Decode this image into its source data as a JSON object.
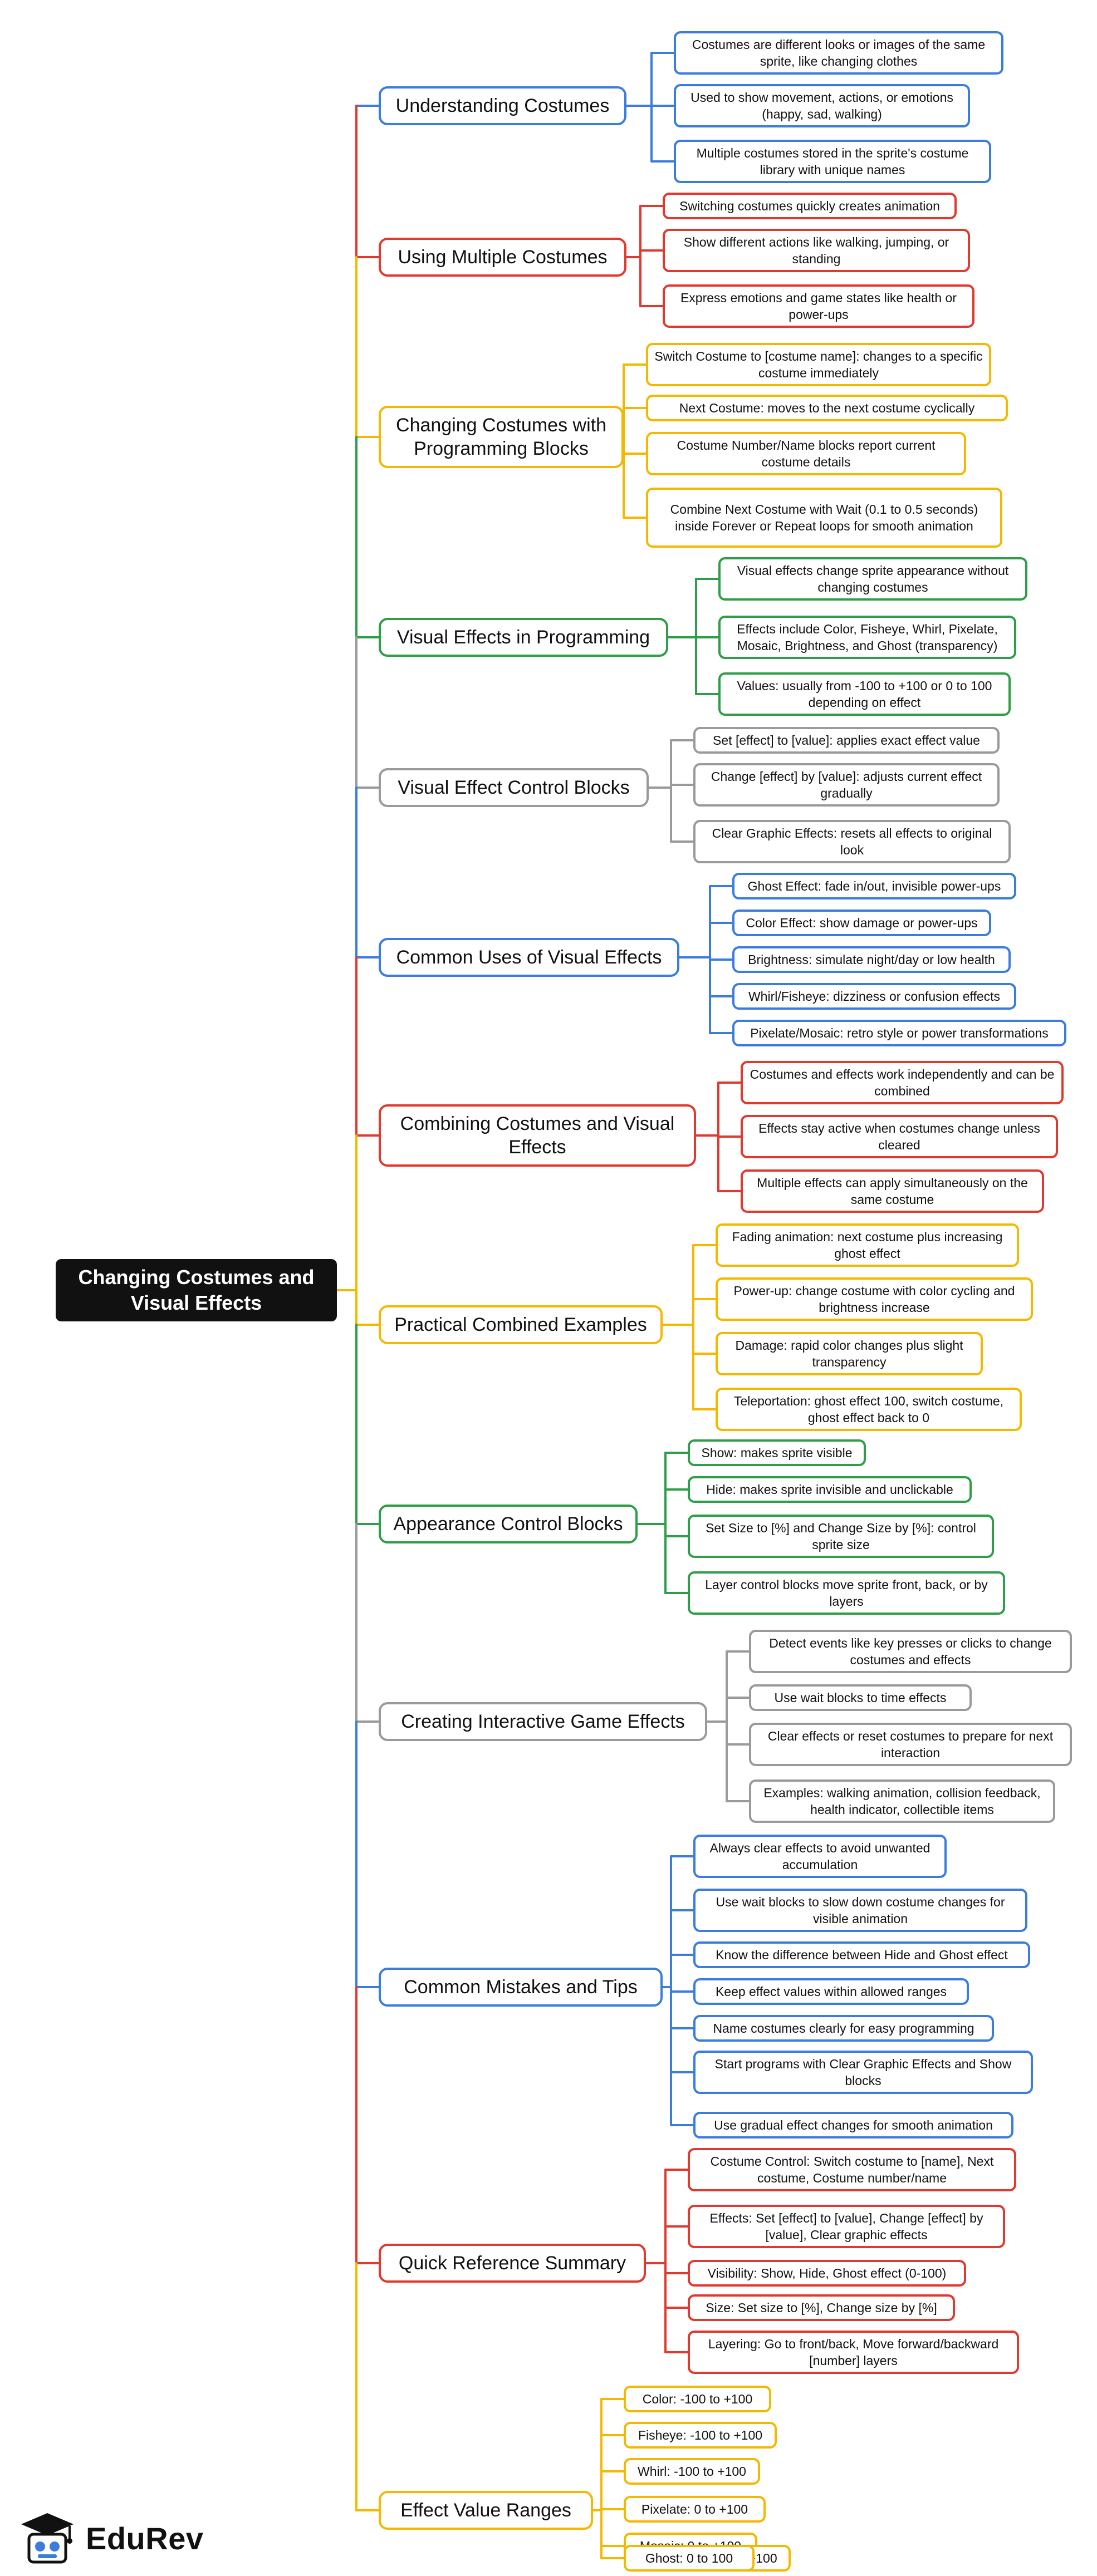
{
  "root": "Changing Costumes and Visual Effects",
  "colors": {
    "blue": "#3b7ddd",
    "red": "#e03a30",
    "yellow": "#f5b800",
    "green": "#2e9e48",
    "gray": "#9a9a9a"
  },
  "branches": [
    {
      "label": "Understanding Costumes",
      "color": "blue",
      "leaves": [
        "Costumes are different looks or images of the same sprite, like changing clothes",
        "Used to show movement, actions, or emotions (happy, sad, walking)",
        "Multiple costumes stored in the sprite's costume library with unique names"
      ]
    },
    {
      "label": "Using Multiple Costumes",
      "color": "red",
      "leaves": [
        "Switching costumes quickly creates animation",
        "Show different actions like walking, jumping, or standing",
        "Express emotions and game states like health or power-ups"
      ]
    },
    {
      "label": "Changing Costumes with Programming Blocks",
      "color": "yellow",
      "leaves": [
        "Switch Costume to [costume name]: changes to a specific costume immediately",
        "Next Costume: moves to the next costume cyclically",
        "Costume Number/Name blocks report current costume details",
        "Combine Next Costume with Wait (0.1 to 0.5 seconds) inside Forever or Repeat loops for smooth animation"
      ]
    },
    {
      "label": "Visual Effects in Programming",
      "color": "green",
      "leaves": [
        "Visual effects change sprite appearance without changing costumes",
        "Effects include Color, Fisheye, Whirl, Pixelate, Mosaic, Brightness, and Ghost (transparency)",
        "Values: usually from -100 to +100 or 0 to 100 depending on effect"
      ]
    },
    {
      "label": "Visual Effect Control Blocks",
      "color": "gray",
      "leaves": [
        "Set [effect] to [value]: applies exact effect value",
        "Change [effect] by [value]: adjusts current effect gradually",
        "Clear Graphic Effects: resets all effects to original look"
      ]
    },
    {
      "label": "Common Uses of Visual Effects",
      "color": "blue",
      "leaves": [
        "Ghost Effect: fade in/out, invisible power-ups",
        "Color Effect: show damage or power-ups",
        "Brightness: simulate night/day or low health",
        "Whirl/Fisheye: dizziness or confusion effects",
        "Pixelate/Mosaic: retro style or power transformations"
      ]
    },
    {
      "label": "Combining Costumes and Visual Effects",
      "color": "red",
      "leaves": [
        "Costumes and effects work independently and can be combined",
        "Effects stay active when costumes change unless cleared",
        "Multiple effects can apply simultaneously on the same costume"
      ]
    },
    {
      "label": "Practical Combined Examples",
      "color": "yellow",
      "leaves": [
        "Fading animation: next costume plus increasing ghost effect",
        "Power-up: change costume with color cycling and brightness increase",
        "Damage: rapid color changes plus slight transparency",
        "Teleportation: ghost effect 100, switch costume, ghost effect back to 0"
      ]
    },
    {
      "label": "Appearance Control Blocks",
      "color": "green",
      "leaves": [
        "Show: makes sprite visible",
        "Hide: makes sprite invisible and unclickable",
        "Set Size to [%] and Change Size by [%]: control sprite size",
        "Layer control blocks move sprite front, back, or by layers"
      ]
    },
    {
      "label": "Creating Interactive Game Effects",
      "color": "gray",
      "leaves": [
        "Detect events like key presses or clicks to change costumes and effects",
        "Use wait blocks to time effects",
        "Clear effects or reset costumes to prepare for next interaction",
        "Examples: walking animation, collision feedback, health indicator, collectible items"
      ]
    },
    {
      "label": "Common Mistakes and Tips",
      "color": "blue",
      "leaves": [
        "Always clear effects to avoid unwanted accumulation",
        "Use wait blocks to slow down costume changes for visible animation",
        "Know the difference between Hide and Ghost effect",
        "Keep effect values within allowed ranges",
        "Name costumes clearly for easy programming",
        "Start programs with Clear Graphic Effects and Show blocks",
        "Use gradual effect changes for smooth animation"
      ]
    },
    {
      "label": "Quick Reference Summary",
      "color": "red",
      "leaves": [
        "Costume Control: Switch costume to [name], Next costume, Costume number/name",
        "Effects: Set [effect] to [value], Change [effect] by [value], Clear graphic effects",
        "Visibility: Show, Hide, Ghost effect (0-100)",
        "Size: Set size to [%], Change size by [%]",
        "Layering: Go to front/back, Move forward/backward [number] layers"
      ]
    },
    {
      "label": "Effect Value Ranges",
      "color": "yellow",
      "leaves": [
        "Color: -100 to +100",
        "Fisheye: -100 to +100",
        "Whirl: -100 to +100",
        "Pixelate: 0 to +100",
        "Mosaic: 0 to +100",
        "Brightness: -100 to +100",
        "Ghost: 0 to 100"
      ]
    }
  ],
  "logo": {
    "text": "EduRev",
    "icon": "graduation-cap-icon"
  }
}
